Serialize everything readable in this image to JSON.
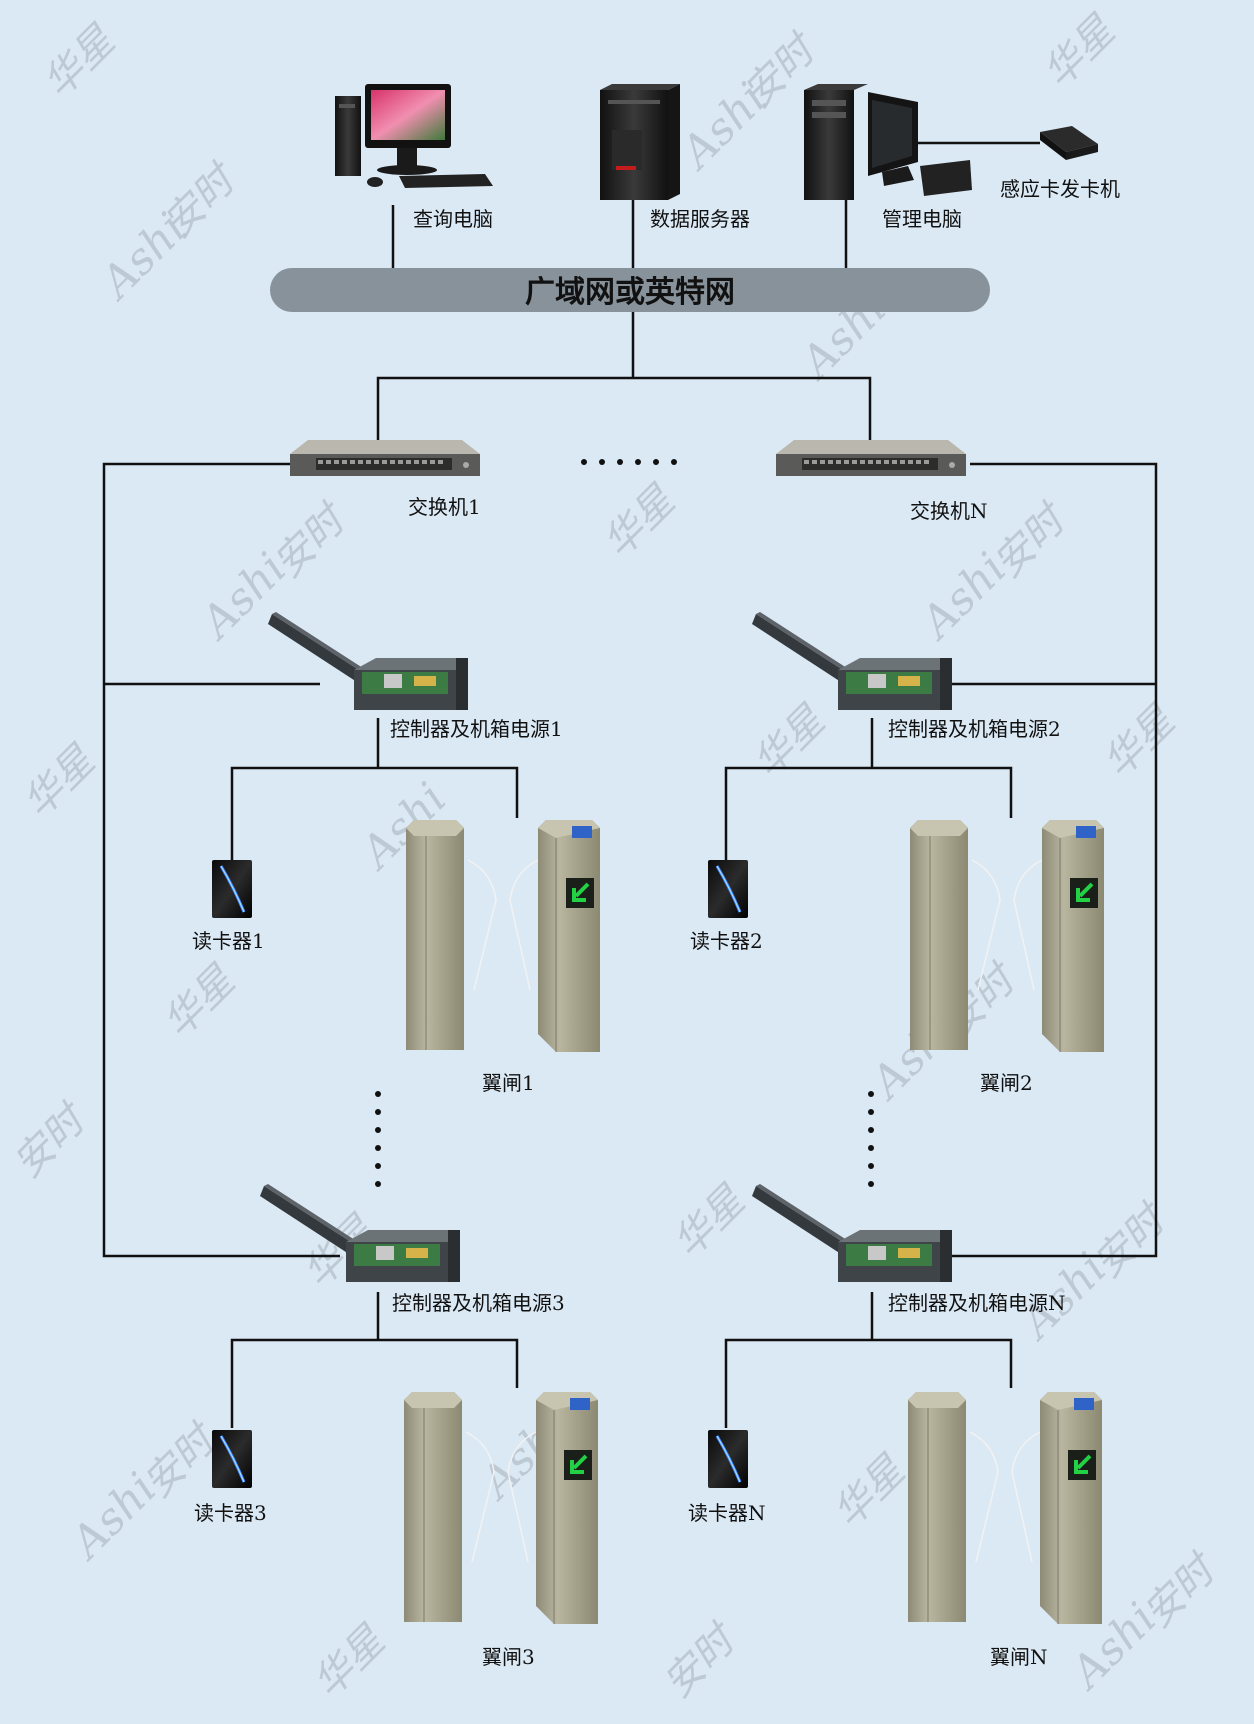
{
  "watermark": {
    "latin": "Ashi",
    "chinese": "安时",
    "brand": "华星"
  },
  "network": {
    "label": "广域网或英特网"
  },
  "top_devices": {
    "query_pc": "查询电脑",
    "data_server": "数据服务器",
    "mgmt_pc": "管理电脑",
    "card_issuer": "感应卡发卡机"
  },
  "switches": {
    "s1": "交换机1",
    "sN": "交换机N",
    "ellipsis": "……"
  },
  "controllers": {
    "c1": "控制器及机箱电源1",
    "c2": "控制器及机箱电源2",
    "c3": "控制器及机箱电源3",
    "cN": "控制器及机箱电源N"
  },
  "readers": {
    "r1": "读卡器1",
    "r2": "读卡器2",
    "r3": "读卡器3",
    "rN": "读卡器N"
  },
  "gates": {
    "g1": "翼闸1",
    "g2": "翼闸2",
    "g3": "翼闸3",
    "gN": "翼闸N"
  },
  "colors": {
    "background": "#dbe9f5",
    "network_bar": "#87929b",
    "line": "#111111",
    "gate_body": "#a39f8a",
    "gate_arrow": "#19c43a"
  }
}
